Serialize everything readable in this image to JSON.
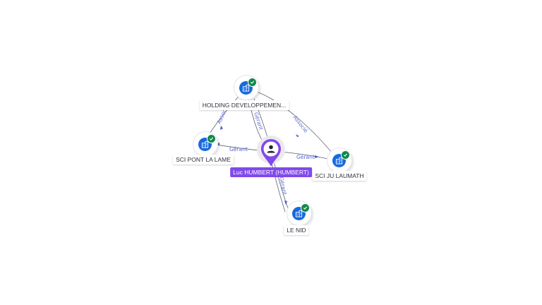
{
  "graph": {
    "center": {
      "label": "Luc HUMBERT (HUMBERT)",
      "icon": "person-icon",
      "color": "#8149ea"
    },
    "entities": [
      {
        "id": "holding",
        "label": "HOLDING DEVELOPPEMEN...",
        "icon": "building-icon",
        "status": "verified"
      },
      {
        "id": "pont",
        "label": "SCI PONT LA LAME",
        "icon": "building-icon",
        "status": "verified"
      },
      {
        "id": "ju",
        "label": "SCI JU LAUMATH",
        "icon": "building-icon",
        "status": "verified"
      },
      {
        "id": "nid",
        "label": "LE NID",
        "icon": "building-icon",
        "status": "verified"
      }
    ],
    "edge_labels": {
      "center_holding": "Gérant",
      "center_pont": "Gérant",
      "center_ju": "Gérant",
      "center_nid": "Gérant",
      "holding_pont": "Associé",
      "holding_ju": "Associé"
    },
    "colors": {
      "entity": "#1769e0",
      "badge": "#0f8a4a",
      "edge_label": "#5b6bd6"
    }
  }
}
